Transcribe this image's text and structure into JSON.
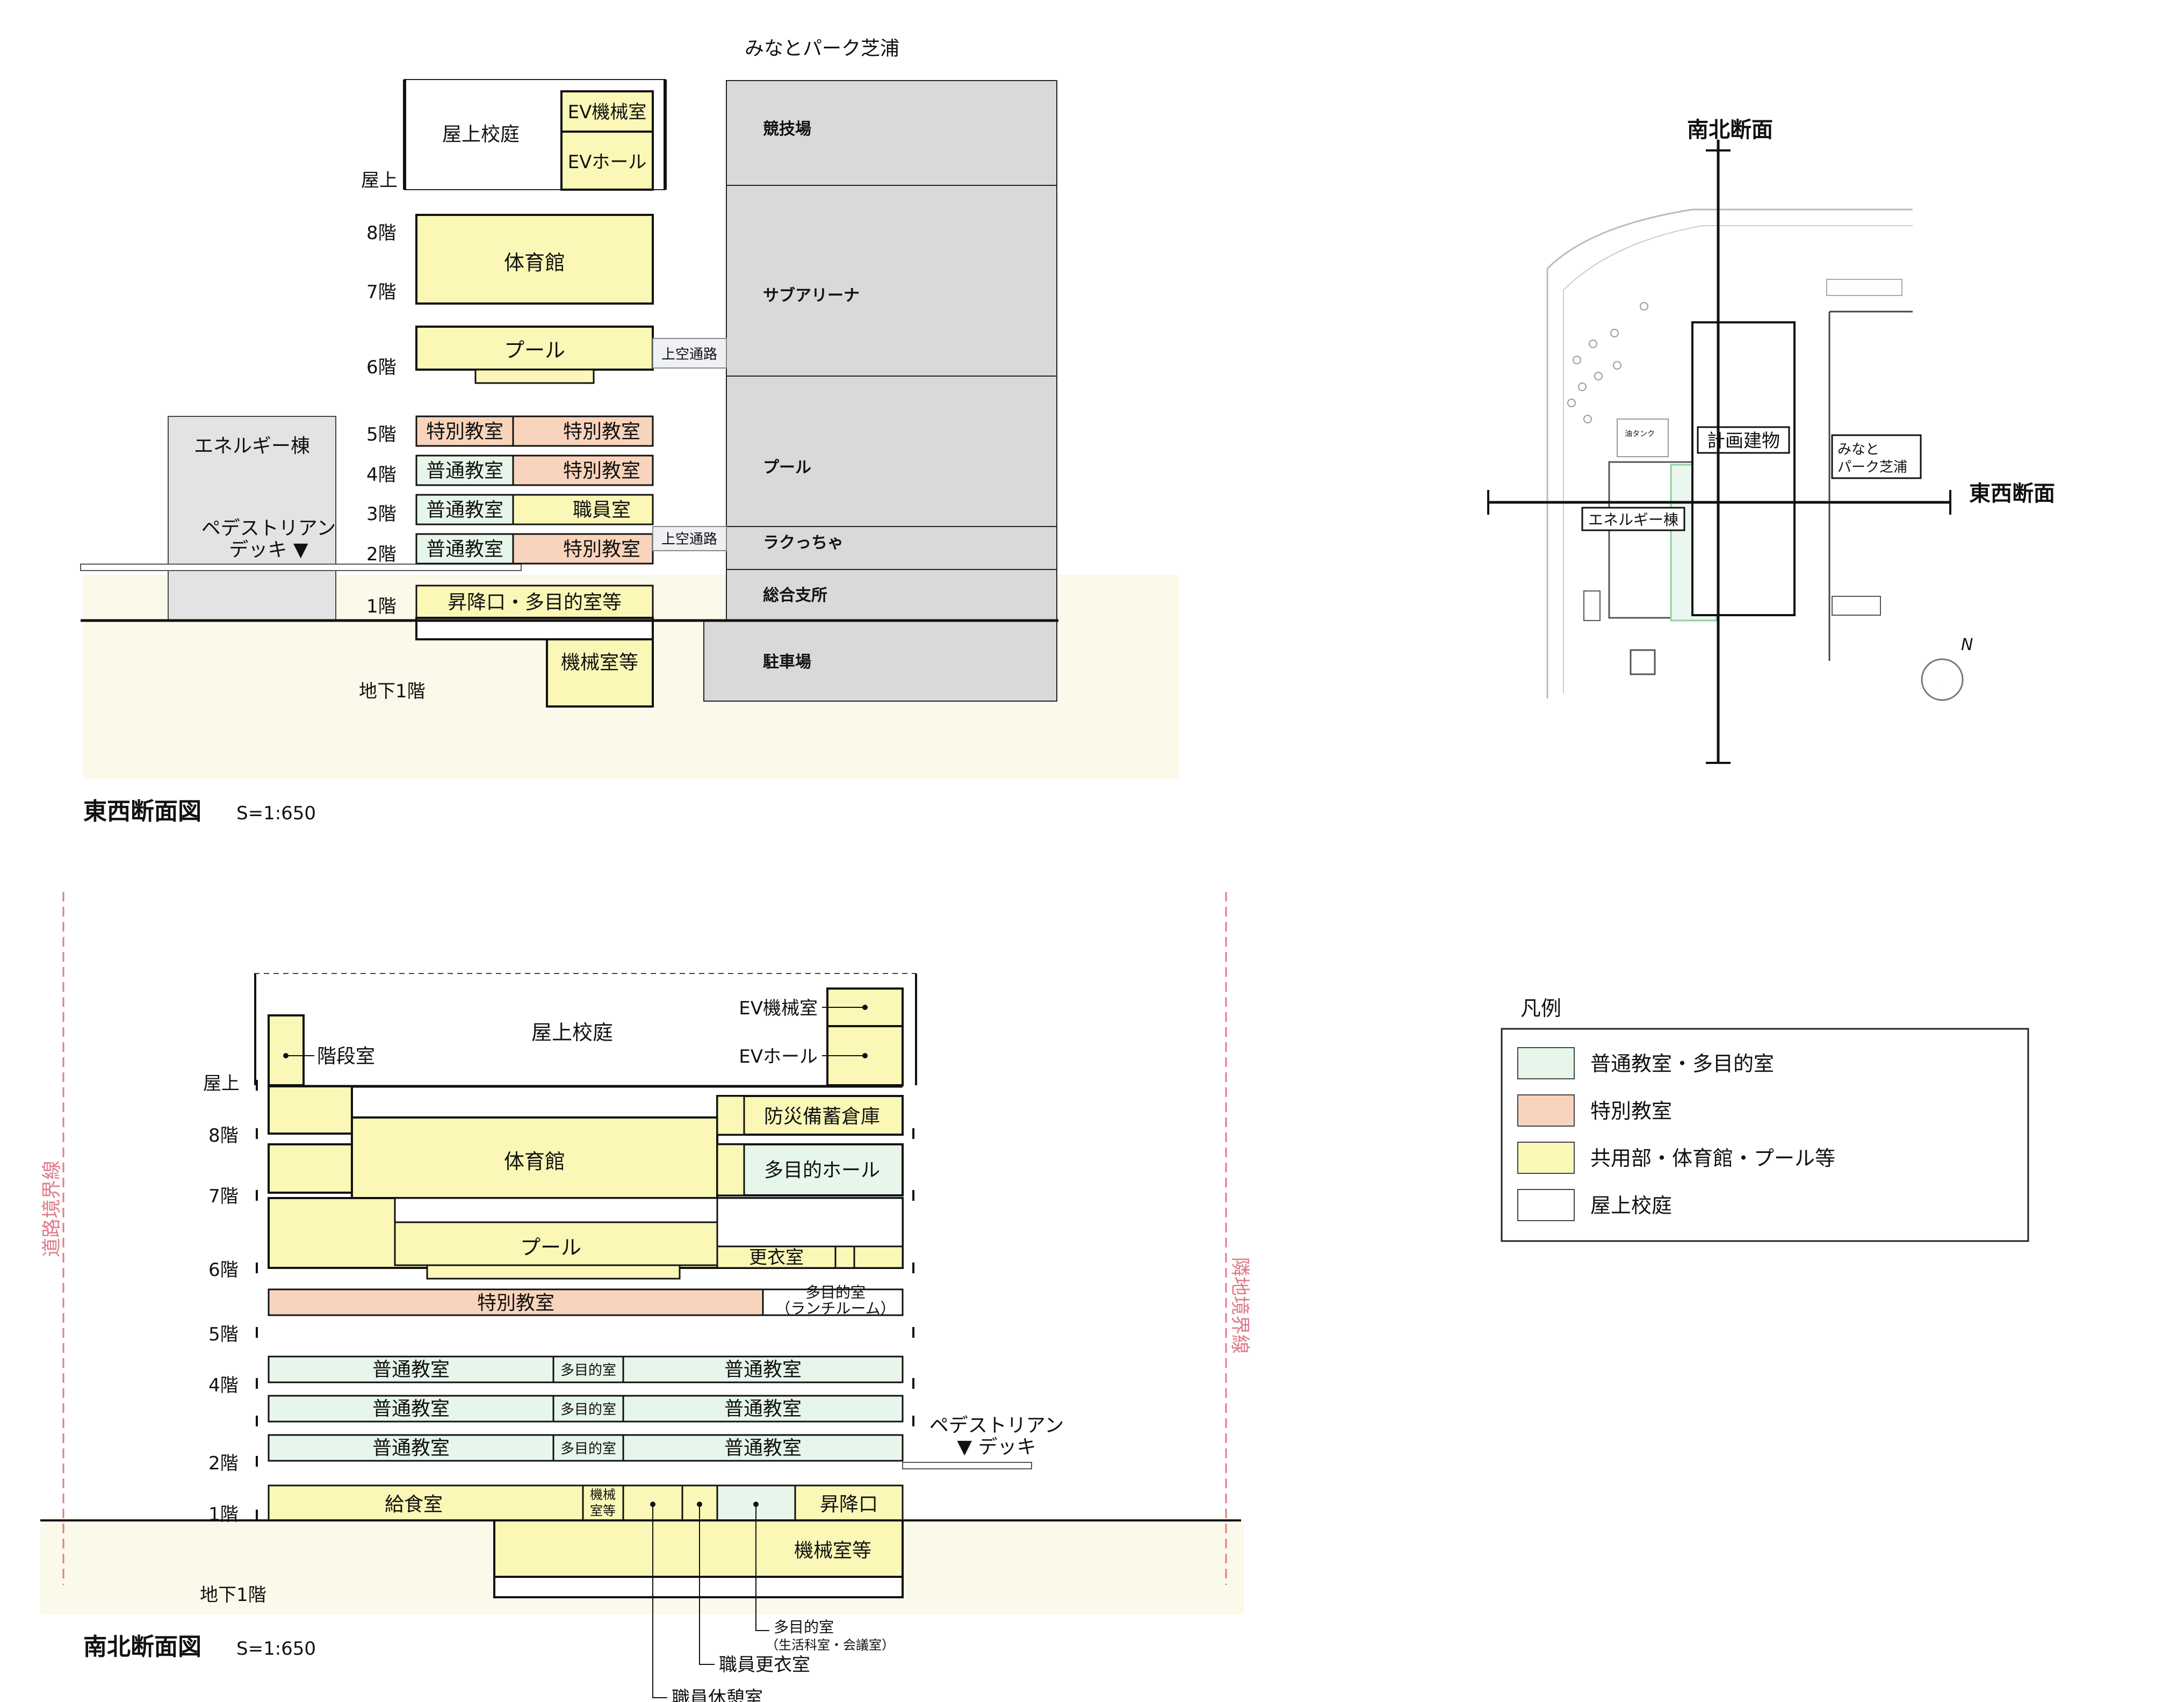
{
  "colors": {
    "ordinary": "#e7f6ea",
    "special": "#f9d4bc",
    "common": "#fbf7b6",
    "rooftop": "#ffffff",
    "neighbor": "#d9d9d9",
    "energy": "#e3e3e3",
    "ground": "#fbf9ea",
    "boundary": "#e07b8a",
    "ink": "#111111"
  },
  "ew": {
    "top_label": "みなとパーク芝浦",
    "title": "東西断面図",
    "scale": "S=1:650",
    "floors": {
      "roof": "屋上",
      "f8": "8階",
      "f7": "7階",
      "f6": "6階",
      "f5": "5階",
      "f4": "4階",
      "f3": "3階",
      "f2": "2階",
      "f1": "1階",
      "b1": "地下1階"
    },
    "rooms": {
      "rooftop": "屋上校庭",
      "ev_machine": "EV機械室",
      "ev_hall": "EVホール",
      "gym": "体育館",
      "pool": "プール",
      "skyway_upper": "上空通路",
      "skyway_lower": "上空通路",
      "f5_left": "特別教室",
      "f5_right": "特別教室",
      "f4_left": "普通教室",
      "f4_right": "特別教室",
      "f3_left": "普通教室",
      "f3_right": "職員室",
      "f2_left": "普通教室",
      "f2_right": "特別教室",
      "f1": "昇降口・多目的室等",
      "b1": "機械室等"
    },
    "energy": "エネルギー棟",
    "deck": [
      "ペデストリアン",
      "デッキ ▼"
    ],
    "park": {
      "arena": "競技場",
      "sub_arena": "サブアリーナ",
      "pool": "プール",
      "rakuccha": "ラクっちゃ",
      "branch": "総合支所",
      "parking": "駐車場"
    }
  },
  "map": {
    "ns_label": "南北断面",
    "ew_label": "東西断面",
    "building": "計画建物",
    "park": [
      "みなと",
      "パーク芝浦"
    ],
    "energy": "エネルギー棟",
    "tank": "油タンク",
    "north": "N"
  },
  "ns": {
    "title": "南北断面図",
    "scale": "S=1:650",
    "road_boundary": "道路境界線",
    "neighbor_boundary": "隣地境界線",
    "floors": {
      "roof": "屋上",
      "f8": "8階",
      "f7": "7階",
      "f6": "6階",
      "f5": "5階",
      "f4": "4階",
      "f2": "2階",
      "f1": "1階",
      "b1": "地下1階"
    },
    "rooms": {
      "rooftop": "屋上校庭",
      "stair": "階段室",
      "ev_machine": "EV機械室",
      "ev_hall": "EVホール",
      "storage": "防災備蓄倉庫",
      "gym": "体育館",
      "hall": "多目的ホール",
      "pool": "プール",
      "locker": "更衣室",
      "special": "特別教室",
      "lunch": [
        "多目的室",
        "（ランチルーム）"
      ],
      "classroom_l": "普通教室",
      "classroom_m": "多目的室",
      "classroom_r": "普通教室",
      "kitchen": "給食室",
      "machine_small": [
        "機械",
        "室等"
      ],
      "entrance": "昇降口",
      "b1": "機械室等"
    },
    "deck": [
      "ペデストリアン",
      "▼ デッキ"
    ],
    "callouts": {
      "multi": [
        "多目的室",
        "（生活科室・会議室）"
      ],
      "locker": "職員更衣室",
      "rest": "職員休憩室"
    }
  },
  "legend": {
    "title": "凡例",
    "items": [
      {
        "label": "普通教室・多目的室",
        "color": "#e7f6ea"
      },
      {
        "label": "特別教室",
        "color": "#f9d4bc"
      },
      {
        "label": "共用部・体育館・プール等",
        "color": "#fbf7b6"
      },
      {
        "label": "屋上校庭",
        "color": "#ffffff"
      }
    ]
  }
}
